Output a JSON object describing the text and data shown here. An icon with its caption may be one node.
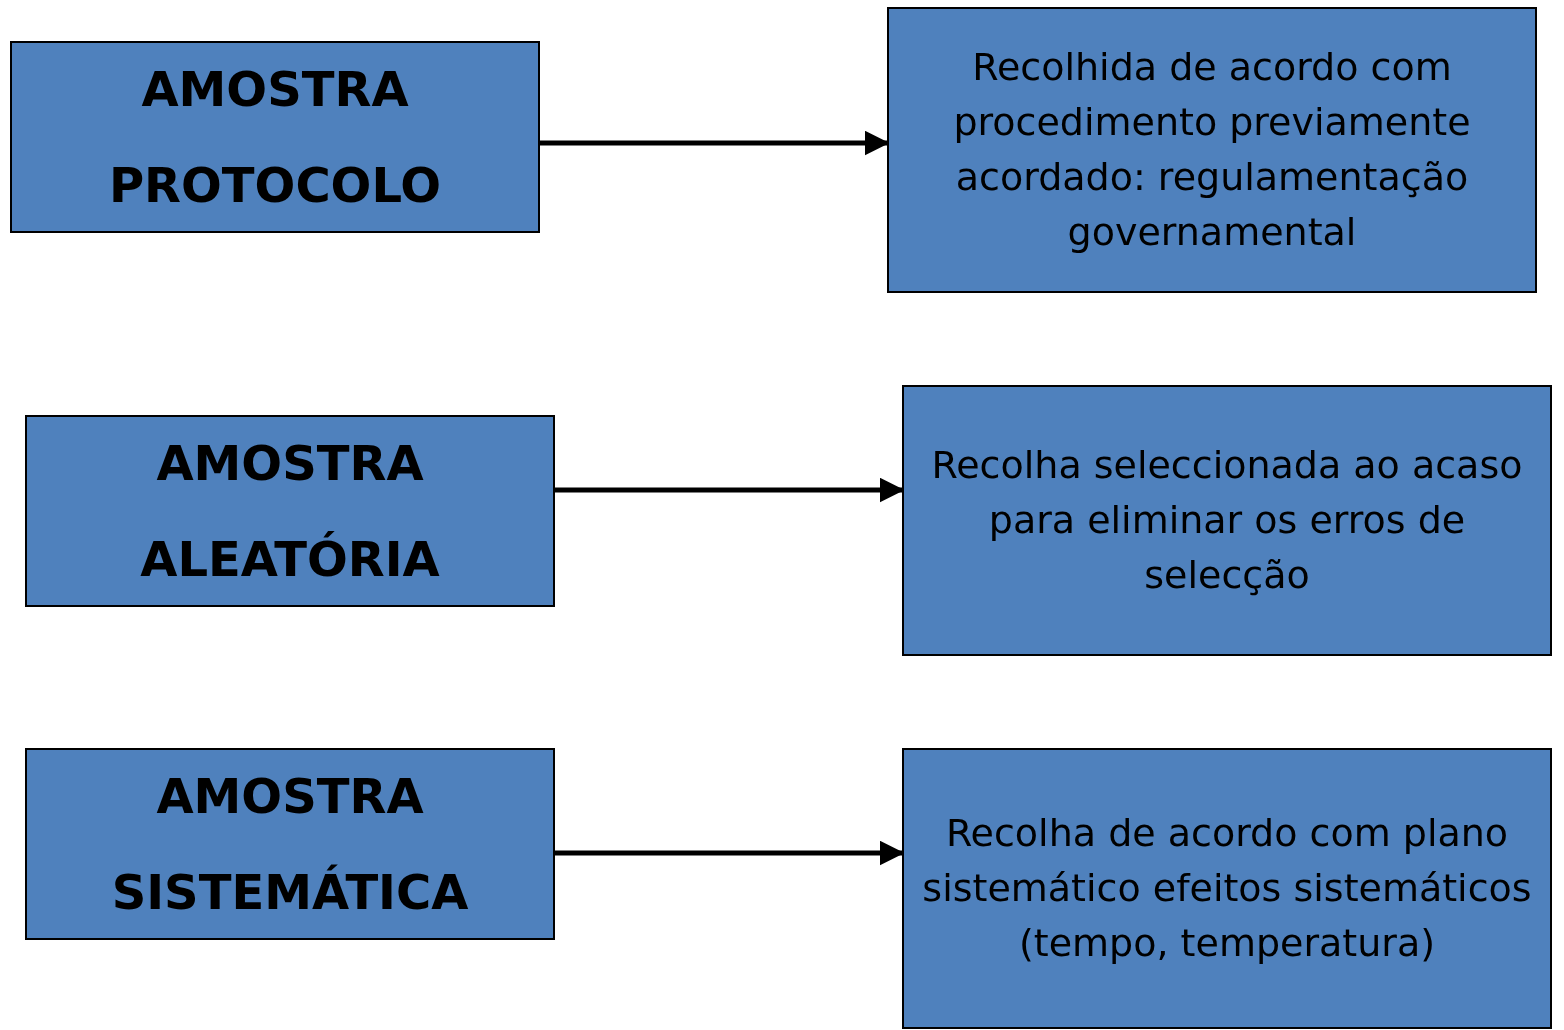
{
  "diagram": {
    "nodes": [
      {
        "text": [
          "AMOSTRA PROTOCOLO"
        ]
      },
      {
        "text": [
          "Recolhida de acordo com procedimento previamente acordado: regulamentação governamental"
        ]
      },
      {
        "text": [
          "AMOSTRA ALEATÓRIA"
        ]
      },
      {
        "text": [
          "Recolha seleccionada ao acaso para eliminar os erros de selecção"
        ]
      },
      {
        "text": [
          "AMOSTRA SISTEMÁTICA"
        ]
      },
      {
        "text": [
          "Recolha de acordo com plano sistemático efeitos sistemáticos (tempo, temperatura)"
        ]
      }
    ],
    "edges": [
      {
        "from": 0,
        "to": 1,
        "arrow": "to"
      },
      {
        "from": 2,
        "to": 3,
        "arrow": "to"
      },
      {
        "from": 4,
        "to": 5,
        "arrow": "to"
      }
    ]
  }
}
